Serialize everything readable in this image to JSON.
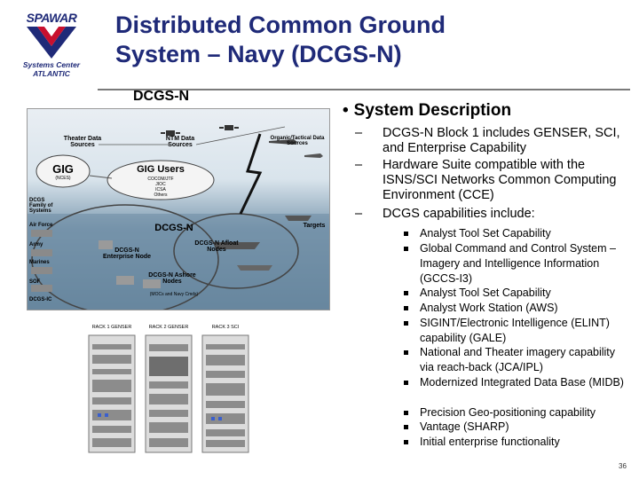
{
  "logo": {
    "brand": "SPAWAR",
    "sub_line1": "Systems Center",
    "sub_line2": "ATLANTIC"
  },
  "title": {
    "line1": "Distributed Common Ground",
    "line2": "System – Navy (DCGS-N)"
  },
  "figure": {
    "label": "DCGS-N",
    "diagram_labels": {
      "theater": "Theater Data Sources",
      "ntm": "NTM Data Sources",
      "organic": "Organic/Tactical Data Sources",
      "gig": "GIG",
      "gig_sub": "(NCES)",
      "gig_users": "GIG Users",
      "gig_users_sub": [
        "COCOM/JTF",
        "JIOC",
        "ICSA",
        "Others"
      ],
      "dcgs_family": "DCGS Family of Systems",
      "air_force": "Air Force",
      "army": "Army",
      "marines": "Marines",
      "sof": "SOF",
      "dcgs_ic": "DCGS-IC",
      "dcgs_n": "DCGS-N",
      "targets": "Targets",
      "enterprise": "DCGS-N Enterprise Node",
      "afloat": "DCGS-N Afloat Nodes",
      "ashore": "DCGS-N Ashore Nodes",
      "ashore_sub": "(MOCs and Navy Cmds)"
    },
    "racks": [
      "RACK 1 GENSER",
      "RACK 2 GENSER",
      "RACK 3 SCI"
    ]
  },
  "content": {
    "heading_bullet": "•",
    "heading": "System Description",
    "items": [
      "DCGS-N Block 1 includes GENSER, SCI, and Enterprise Capability",
      "Hardware Suite compatible with the ISNS/SCI Networks Common Computing Environment (CCE)",
      "DCGS capabilities include:"
    ],
    "capabilities": [
      "Analyst Tool Set Capability",
      "Global Command and Control System – Imagery and Intelligence Information (GCCS-I3)",
      "Analyst Tool Set Capability",
      "Analyst Work Station (AWS)",
      "SIGINT/Electronic Intelligence (ELINT) capability (GALE)",
      "National and Theater imagery capability via reach-back (JCA/IPL)",
      "Modernized Integrated Data Base (MIDB)",
      "Precision Geo-positioning capability",
      "Vantage (SHARP)",
      "Initial enterprise functionality"
    ]
  },
  "page_number": "36",
  "colors": {
    "title": "#1f2a78",
    "logo_red": "#c8102e",
    "logo_blue": "#1f2a78"
  }
}
